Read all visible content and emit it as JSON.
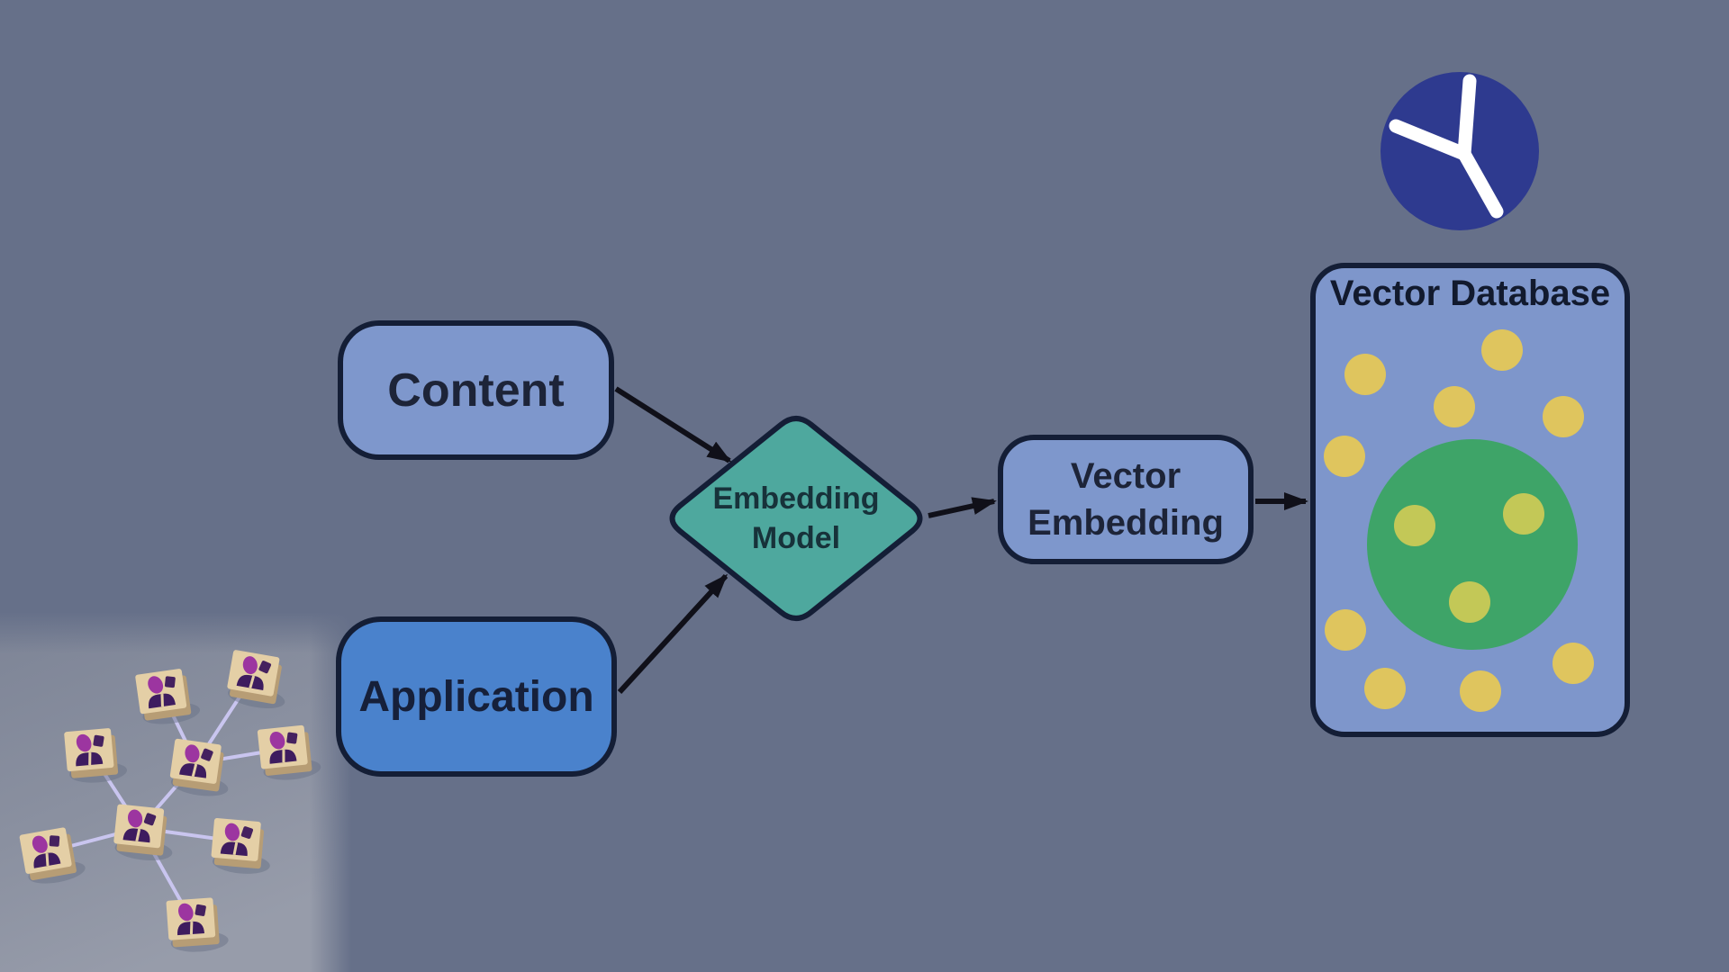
{
  "canvas": {
    "background_color": "#667089",
    "arrow_color": "#101019"
  },
  "nodes": {
    "content": {
      "label": "Content",
      "fill": "#7e97cc",
      "text_color": "#1d2438"
    },
    "application": {
      "label": "Application",
      "fill": "#4a82cc",
      "text_color": "#16203a"
    },
    "embedding_model": {
      "line1": "Embedding",
      "line2": "Model",
      "fill": "#4ea89e",
      "text_color": "#17323a"
    },
    "vector_embedding": {
      "line1": "Vector",
      "line2": "Embedding",
      "fill": "#7e97cc",
      "text_color": "#1d2438"
    },
    "vector_database": {
      "title": "Vector Database",
      "fill": "#7e96cb",
      "title_color": "#121a2e",
      "dot_color": "#dfc55e",
      "cluster_dot_color": "#c3c857",
      "cluster_color": "#3ea468",
      "outer_dot_count": 9,
      "cluster_dot_count": 3
    }
  },
  "icons": {
    "clock": {
      "bg": "#2e3a8f",
      "hands": "#ffffff"
    },
    "network_photo": {
      "surface_color": "#8a90a0",
      "block_color": "#e4cfa6",
      "block_side_color": "#b79d75",
      "figure_body_color": "#3e1c5f",
      "figure_head_color": "#9c35a0",
      "link_color": "#c9c5ef",
      "block_count": 9
    }
  }
}
